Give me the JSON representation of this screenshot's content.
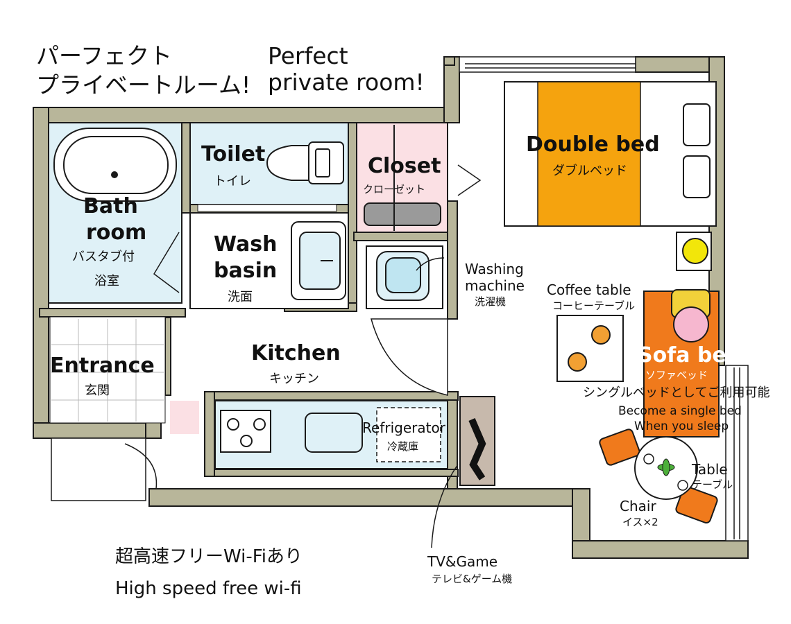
{
  "headline": {
    "jp_line1": "パーフェクト",
    "jp_line2": "プライベートルーム!",
    "en_line1": "Perfect",
    "en_line2": "private room!"
  },
  "rooms": {
    "toilet": {
      "en": "Toilet",
      "jp": "トイレ"
    },
    "closet": {
      "en": "Closet",
      "jp": "クローゼット"
    },
    "double_bed": {
      "en": "Double bed",
      "jp": "ダブルベッド"
    },
    "bathroom": {
      "en_line1": "Bath",
      "en_line2": "room",
      "jp_line1": "バスタブ付",
      "jp_line2": "浴室"
    },
    "wash_basin": {
      "en_line1": "Wash",
      "en_line2": "basin",
      "jp": "洗面"
    },
    "washing_machine": {
      "en_line1": "Washing",
      "en_line2": "machine",
      "jp": "洗濯機"
    },
    "coffee_table": {
      "en": "Coffee table",
      "jp": "コーヒーテーブル"
    },
    "sofa_bed": {
      "en": "Sofa bed",
      "jp": "ソファベッド",
      "note_jp": "シングルベッドとしてご利用可能",
      "note_en_line1": "Become a single bed",
      "note_en_line2": "When you sleep"
    },
    "kitchen": {
      "en": "Kitchen",
      "jp": "キッチン"
    },
    "entrance": {
      "en": "Entrance",
      "jp": "玄関"
    },
    "refrigerator": {
      "en": "Refrigerator",
      "jp": "冷蔵庫"
    },
    "table": {
      "en": "Table",
      "jp": "テーブル"
    },
    "chair": {
      "en": "Chair",
      "jp": "イス×2"
    },
    "tv_game": {
      "en": "TV&Game",
      "jp": "テレビ&ゲーム機"
    }
  },
  "wifi": {
    "jp": "超高速フリーWi-Fiあり",
    "en": "High speed free wi-fi"
  },
  "colors": {
    "wall": "#b8b69a",
    "bed": "#f5a30e",
    "sofa": "#f07a1c",
    "tile_blue": "#dff1f7",
    "closet_pink": "#fbe0e4",
    "outline": "#1a1a1a"
  },
  "icons": [
    "bathtub-icon",
    "toilet-icon",
    "sink-icon",
    "washing-machine-icon",
    "stove-icon",
    "plant-icon",
    "lamp-icon"
  ]
}
